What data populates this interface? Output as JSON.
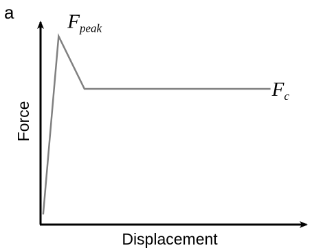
{
  "panel_label": "a",
  "chart_data": {
    "type": "line",
    "title": "",
    "xlabel": "Displacement",
    "ylabel": "Force",
    "xlim": [
      0,
      1
    ],
    "ylim": [
      0,
      1
    ],
    "grid": false,
    "legend": "none",
    "ticks": "none",
    "series": [
      {
        "color": "#808080",
        "x": [
          0.01,
          0.07,
          0.17,
          0.89
        ],
        "y": [
          0.05,
          0.93,
          0.67,
          0.67
        ]
      }
    ],
    "annotations": [
      {
        "symbol": "F",
        "subscript": "peak",
        "x": 0.07,
        "y": 0.93
      },
      {
        "symbol": "F",
        "subscript": "c",
        "x": 0.89,
        "y": 0.67
      }
    ]
  },
  "colors": {
    "axis": "#000000",
    "line": "#808080"
  }
}
